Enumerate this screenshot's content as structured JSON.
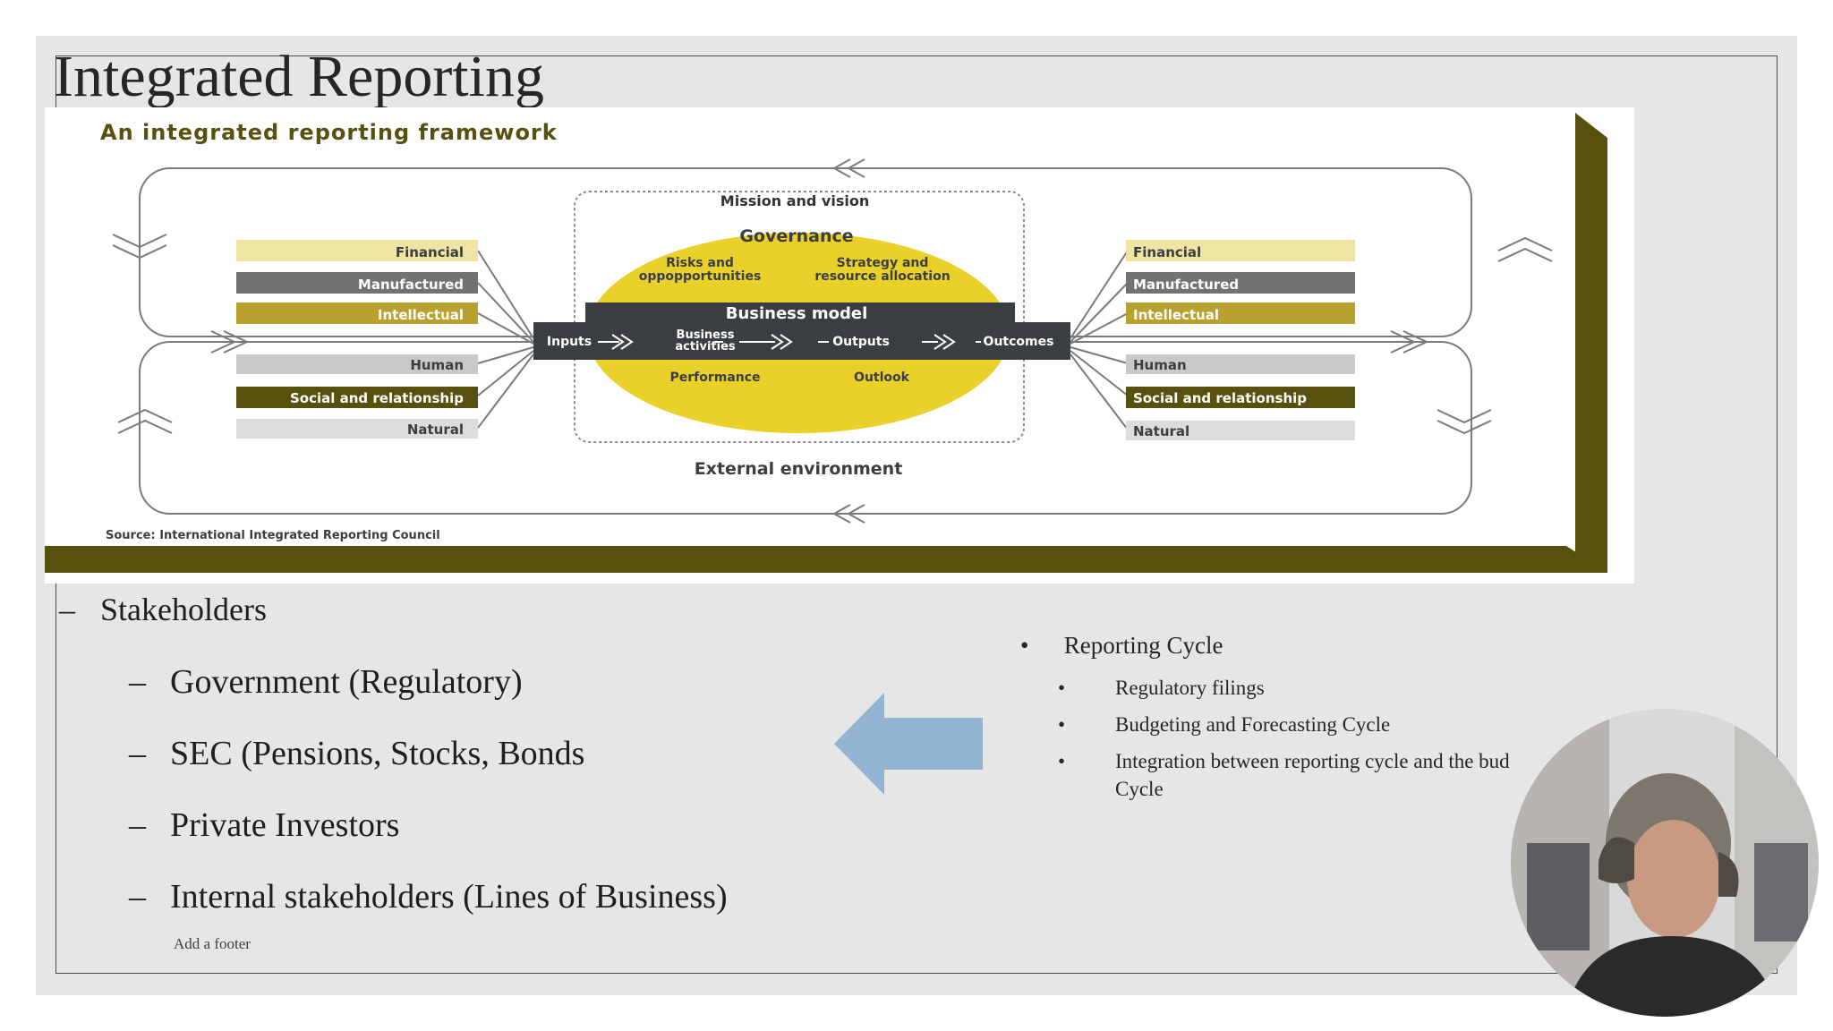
{
  "slide": {
    "title": "Integrated Reporting",
    "footer": "Add a footer"
  },
  "figure": {
    "heading": "An integrated reporting framework",
    "source": "Source: International Integrated Reporting Council",
    "mission": "Mission and vision",
    "governance": "Governance",
    "risks_line1": "Risks and",
    "risks_line2": "oppopportunities",
    "strategy_line1": "Strategy and",
    "strategy_line2": "resource allocation",
    "business_model": "Business model",
    "inputs": "Inputs",
    "activities_line1": "Business",
    "activities_line2": "activities",
    "outputs": "Outputs",
    "outcomes": "Outcomes",
    "performance": "Performance",
    "outlook": "Outlook",
    "external": "External environment",
    "capitals_left": [
      "Financial",
      "Manufactured",
      "Intellectual",
      "Human",
      "Social and relationship",
      "Natural"
    ],
    "capitals_right": [
      "Financial",
      "Manufactured",
      "Intellectual",
      "Human",
      "Social and relationship",
      "Natural"
    ],
    "colors": {
      "yellow": "#e9d12a",
      "dark_olive": "#57500f",
      "mustard": "#b9a130",
      "cream": "#f0e4a5",
      "dark_gray": "#707372",
      "light_gray": "#c9c9c9",
      "charcoal": "#3b3e40"
    }
  },
  "stakeholders": {
    "heading": "Stakeholders",
    "items": [
      "Government (Regulatory)",
      "SEC (Pensions, Stocks, Bonds",
      "Private Investors",
      "Internal stakeholders (Lines of  Business)"
    ]
  },
  "reporting": {
    "heading": "Reporting Cycle",
    "items": [
      "Regulatory filings",
      "Budgeting and Forecasting Cycle",
      "Integration between reporting cycle and the bud",
      "Cycle"
    ]
  },
  "arrow_color": "#93b5d3"
}
